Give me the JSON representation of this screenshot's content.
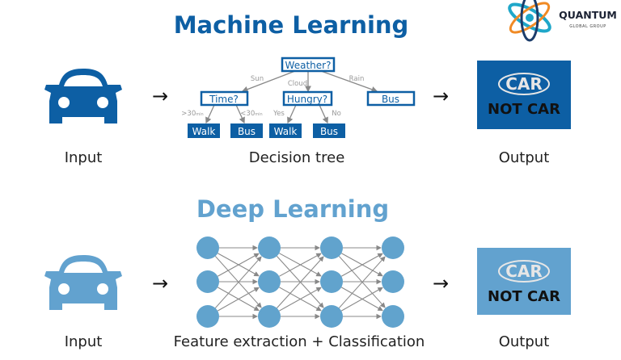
{
  "colors": {
    "ml_blue": "#0d5fa4",
    "dl_blue": "#62a2cf",
    "node": "#61a3cd",
    "edge_gray": "#888888"
  },
  "logo": {
    "name": "QUANTUM",
    "tagline": "GLOBAL GROUP",
    "icon": "atom-icon"
  },
  "machine_learning": {
    "title": "Machine Learning",
    "input_label": "Input",
    "input_icon": "car-icon",
    "arrow": "→",
    "tree_label": "Decision tree",
    "tree": {
      "root": "Weather?",
      "branches": {
        "sun": "Sun",
        "cloud": "Cloud",
        "rain": "Rain"
      },
      "time": "Time?",
      "hungry": "Hungry?",
      "rain_leaf": "Bus",
      "time_branches": {
        "over": ">30",
        "under": "<30",
        "unit": "min"
      },
      "hungry_branches": {
        "yes": "Yes",
        "no": "No"
      },
      "leaves": [
        "Walk",
        "Bus",
        "Walk",
        "Bus"
      ]
    },
    "output_label": "Output",
    "output": {
      "car": "CAR",
      "not_car": "NOT CAR"
    }
  },
  "deep_learning": {
    "title": "Deep Learning",
    "input_label": "Input",
    "input_icon": "car-icon",
    "arrow": "→",
    "network_label": "Feature extraction + Classification",
    "network_layers": [
      3,
      3,
      3,
      3
    ],
    "output_label": "Output",
    "output": {
      "car": "CAR",
      "not_car": "NOT CAR"
    }
  }
}
